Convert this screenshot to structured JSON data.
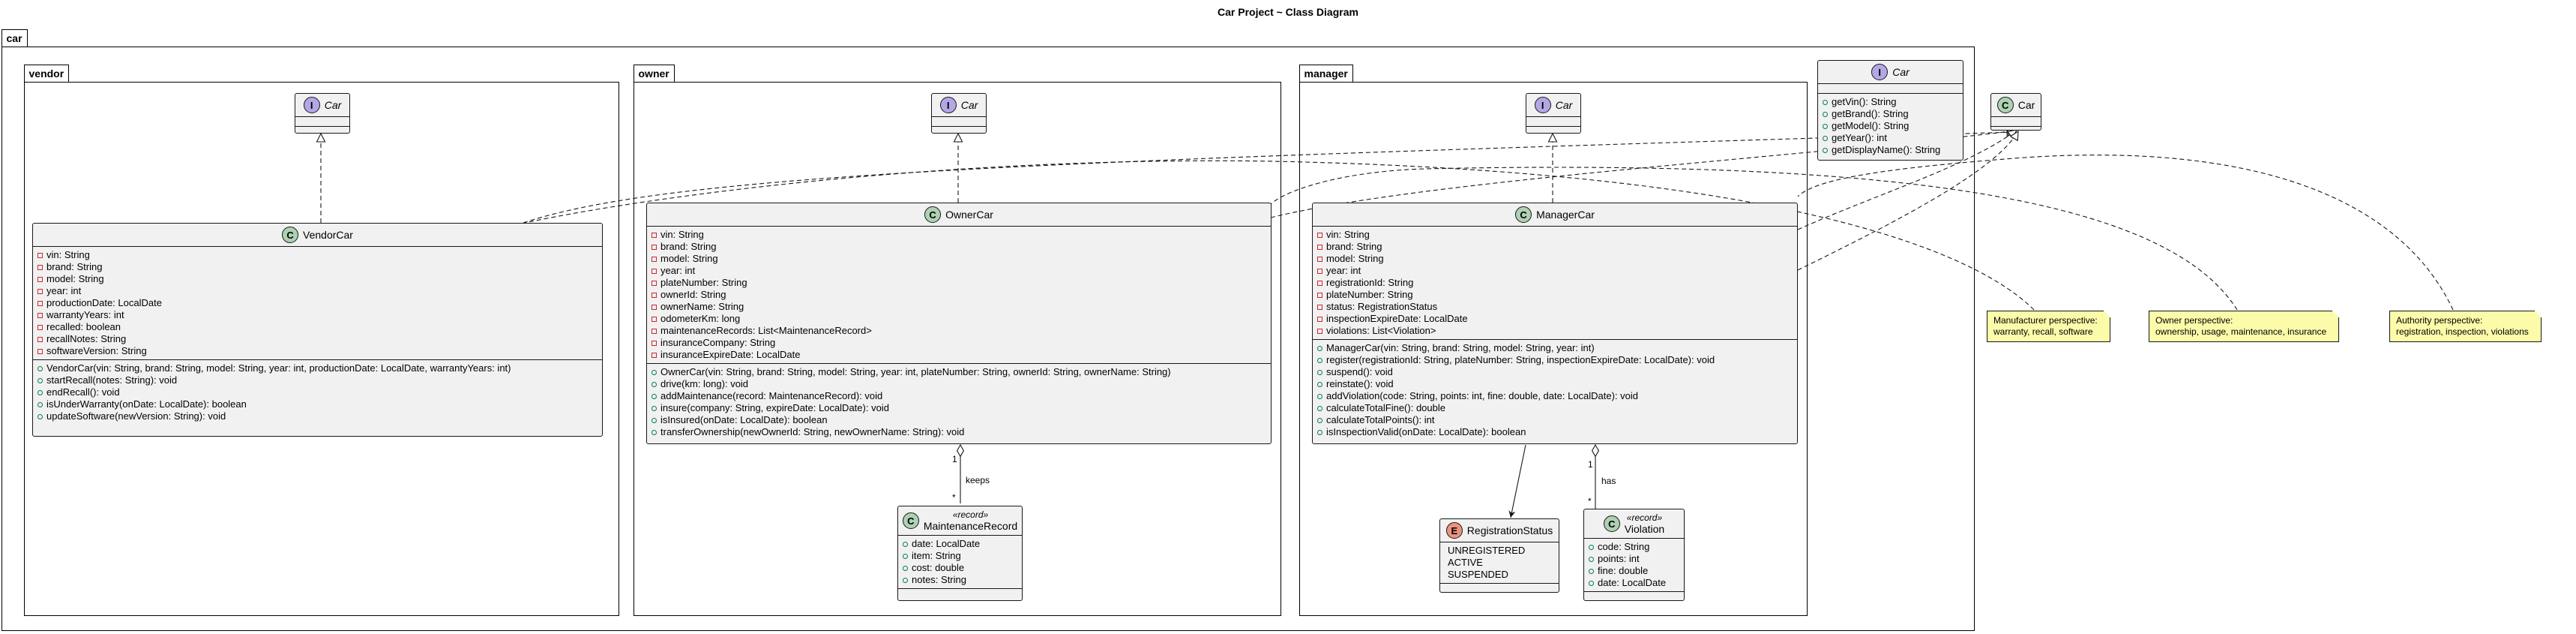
{
  "title": "Car Project ~ Class Diagram",
  "packages": {
    "car": "car",
    "vendor": "vendor",
    "owner": "owner",
    "manager": "manager"
  },
  "interfaces": {
    "vendor_car": "Car",
    "owner_car": "Car",
    "manager_car": "Car",
    "car": {
      "name": "Car",
      "methods": [
        "getVin(): String",
        "getBrand(): String",
        "getModel(): String",
        "getYear(): int",
        "getDisplayName(): String"
      ]
    }
  },
  "outer_car": "Car",
  "vendor_car": {
    "name": "VendorCar",
    "fields": [
      "vin: String",
      "brand: String",
      "model: String",
      "year: int",
      "productionDate: LocalDate",
      "warrantyYears: int",
      "recalled: boolean",
      "recallNotes: String",
      "softwareVersion: String"
    ],
    "methods": [
      "VendorCar(vin: String, brand: String, model: String, year: int, productionDate: LocalDate, warrantyYears: int)",
      "startRecall(notes: String): void",
      "endRecall(): void",
      "isUnderWarranty(onDate: LocalDate): boolean",
      "updateSoftware(newVersion: String): void"
    ]
  },
  "owner_car": {
    "name": "OwnerCar",
    "fields": [
      "vin: String",
      "brand: String",
      "model: String",
      "year: int",
      "plateNumber: String",
      "ownerId: String",
      "ownerName: String",
      "odometerKm: long",
      "maintenanceRecords: List<MaintenanceRecord>",
      "insuranceCompany: String",
      "insuranceExpireDate: LocalDate"
    ],
    "methods": [
      "OwnerCar(vin: String, brand: String, model: String, year: int, plateNumber: String, ownerId: String, ownerName: String)",
      "drive(km: long): void",
      "addMaintenance(record: MaintenanceRecord): void",
      "insure(company: String, expireDate: LocalDate): void",
      "isInsured(onDate: LocalDate): boolean",
      "transferOwnership(newOwnerId: String, newOwnerName: String): void"
    ]
  },
  "manager_car": {
    "name": "ManagerCar",
    "fields": [
      "vin: String",
      "brand: String",
      "model: String",
      "year: int",
      "registrationId: String",
      "plateNumber: String",
      "status: RegistrationStatus",
      "inspectionExpireDate: LocalDate",
      "violations: List<Violation>"
    ],
    "methods": [
      "ManagerCar(vin: String, brand: String, model: String, year: int)",
      "register(registrationId: String, plateNumber: String, inspectionExpireDate: LocalDate): void",
      "suspend(): void",
      "reinstate(): void",
      "addViolation(code: String, points: int, fine: double, date: LocalDate): void",
      "calculateTotalFine(): double",
      "calculateTotalPoints(): int",
      "isInspectionValid(onDate: LocalDate): boolean"
    ]
  },
  "maintenance_record": {
    "stereotype": "«record»",
    "name": "MaintenanceRecord",
    "fields": [
      "date: LocalDate",
      "item: String",
      "cost: double",
      "notes: String"
    ]
  },
  "registration_status": {
    "name": "RegistrationStatus",
    "values": [
      "UNREGISTERED",
      "ACTIVE",
      "SUSPENDED"
    ]
  },
  "violation": {
    "stereotype": "«record»",
    "name": "Violation",
    "fields": [
      "code: String",
      "points: int",
      "fine: double",
      "date: LocalDate"
    ]
  },
  "relations": {
    "keeps": "keeps",
    "has": "has",
    "keeps_mult_src": "1",
    "keeps_mult_dst": "*",
    "has_mult_src": "1",
    "has_mult_dst": "*"
  },
  "notes": [
    {
      "line1": "Manufacturer perspective:",
      "line2": "warranty, recall, software"
    },
    {
      "line1": "Owner perspective:",
      "line2": "ownership, usage, maintenance, insurance"
    },
    {
      "line1": "Authority perspective:",
      "line2": "registration, inspection, violations"
    }
  ],
  "icon_letters": {
    "class": "C",
    "interface": "I",
    "enum": "E"
  },
  "colors": {
    "class_icon": "#add1b2",
    "interface_icon": "#b4a7e5",
    "enum_icon": "#eb937f",
    "note_bg": "#fbfbaa",
    "box_bg": "#f1f1f1"
  }
}
